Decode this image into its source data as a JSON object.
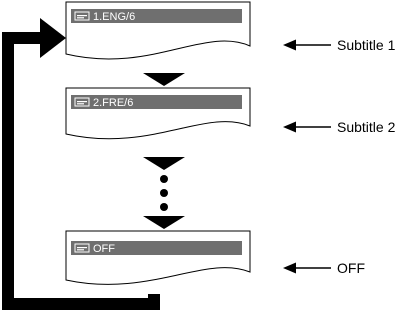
{
  "screens": [
    {
      "display_text": "1.ENG/6",
      "label": "Subtitle 1",
      "icon": "subtitle-icon"
    },
    {
      "display_text": "2.FRE/6",
      "label": "Subtitle 2",
      "icon": "subtitle-icon"
    },
    {
      "display_text": "OFF",
      "label": "OFF",
      "icon": "subtitle-icon"
    }
  ],
  "colors": {
    "bar": "#6f6f6f",
    "ink": "#000000",
    "panel": "#ffffff"
  }
}
